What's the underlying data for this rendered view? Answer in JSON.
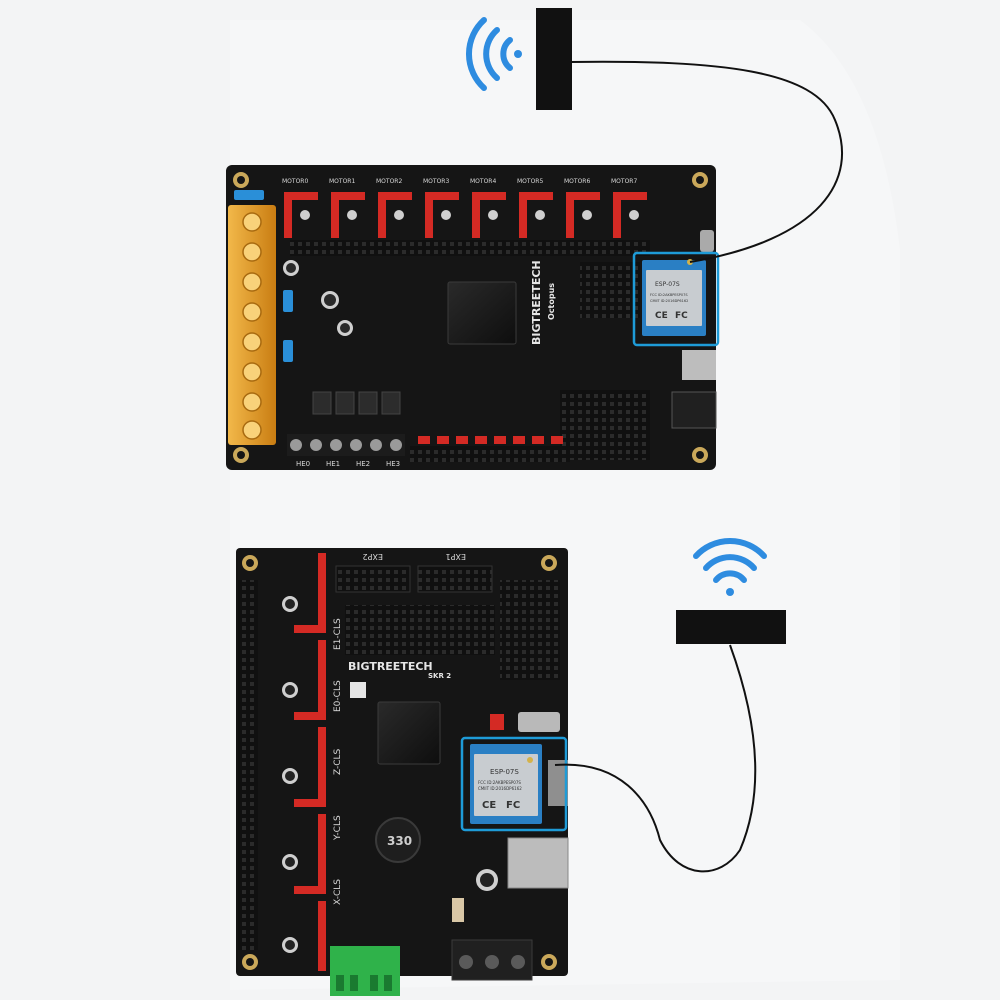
{
  "colors": {
    "background": "#f3f4f5",
    "board": "#141414",
    "accent_red": "#d42a24",
    "highlight_blue": "#1e9bd7",
    "terminal_orange": "#e8a020",
    "terminal_green": "#2fb24a"
  },
  "top_board": {
    "brand": "BIGTREETECH",
    "model": "Octopus",
    "motor_labels": [
      "MOTOR0",
      "MOTOR1",
      "MOTOR2",
      "MOTOR3",
      "MOTOR4",
      "MOTOR5",
      "MOTOR6",
      "MOTOR7"
    ],
    "heater_labels": [
      "HE0",
      "HE1",
      "HE2",
      "HE3"
    ],
    "wifi_module": {
      "name": "ESP-07S",
      "lines": [
        "FCC ID:2AKBPESP07S",
        "CMIIT ID:2016DP6162"
      ],
      "marks": [
        "CE",
        "FC"
      ]
    },
    "icon": "wifi-icon"
  },
  "bottom_board": {
    "brand": "BIGTREETECH",
    "model": "SKR 2",
    "header_labels": [
      "EXP2",
      "EXP1"
    ],
    "axis_labels": [
      "E1-CLS",
      "E0-CLS",
      "Z-CLS",
      "Y-CLS",
      "X-CLS"
    ],
    "inductor_label": "330",
    "wifi_module": {
      "name": "ESP-07S",
      "lines": [
        "FCC ID:2AKBPESP07S",
        "CMIIT ID:2016DP6162"
      ],
      "marks": [
        "CE",
        "FC"
      ]
    },
    "icon": "wifi-icon"
  }
}
